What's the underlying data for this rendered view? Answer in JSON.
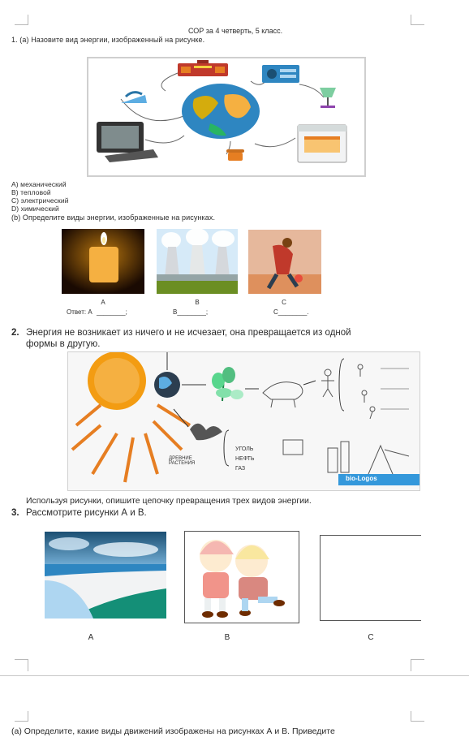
{
  "header": {
    "title": "СОР за 4 четверть, 5 класс."
  },
  "q1": {
    "part_a": "1.  (a) Назовите вид энергии, изображенный на рисунке.",
    "options": [
      "A)  механический",
      "B)  тепловой",
      "C)  электрический",
      "D)  химический"
    ],
    "part_b": "(b) Определите виды энергии, изображенные на рисунках.",
    "photo_labels": [
      "A",
      "B",
      "C"
    ],
    "answer_label": "Ответ: А",
    "answer_blanks": [
      "________;",
      "B________;",
      "C________."
    ]
  },
  "q2": {
    "number": "2.",
    "statement_line1": "Энергия не возникает из ничего и не исчезает, она превращается из одной",
    "statement_line2": "формы в другую.",
    "diagram_labels": [
      "УГОЛЬ",
      "НЕФТЬ",
      "ГАЗ",
      "ДРЕВНИЕ РАСТЕНИЯ"
    ],
    "watermark": "bio-Logos",
    "task": "Используя рисунки, опишите цепочку превращения трех видов энергии."
  },
  "q3": {
    "number": "3.",
    "statement": "Рассмотрите рисунки А и В.",
    "labels": [
      "A",
      "B",
      "C"
    ],
    "part_a": "(а) Определите, какие виды движений изображены на рисунках А и В. Приведите"
  }
}
